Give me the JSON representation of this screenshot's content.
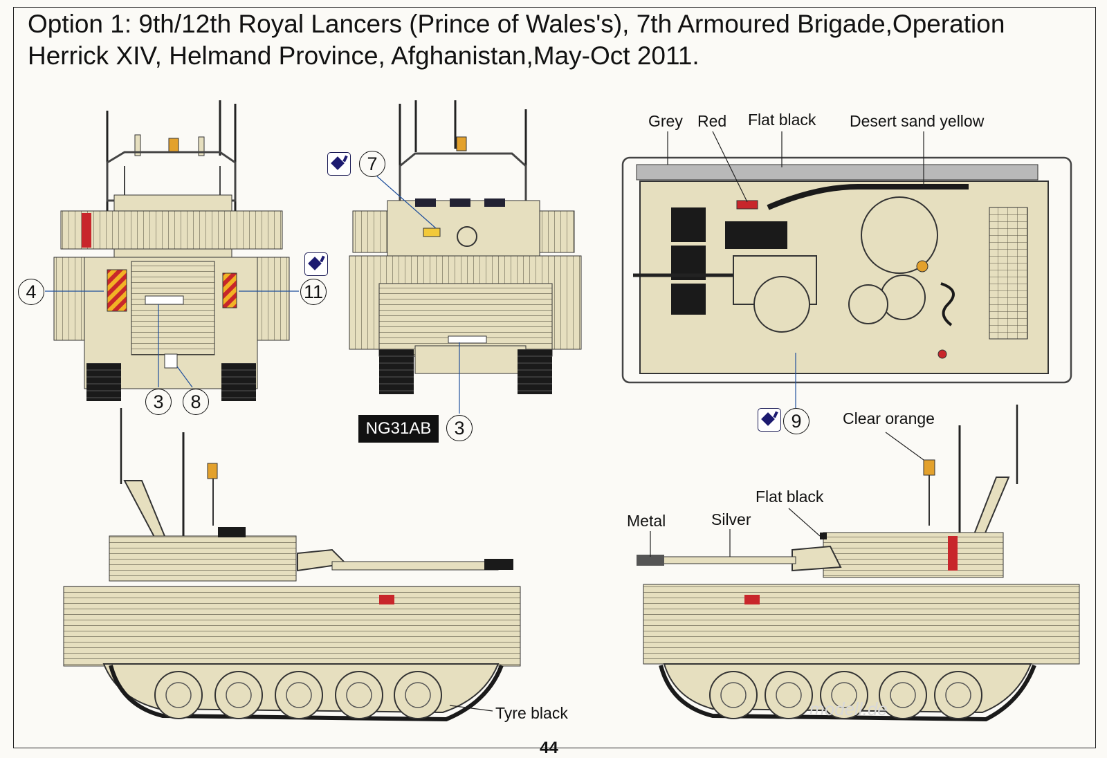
{
  "title": {
    "line1": "Option 1: 9th/12th Royal Lancers (Prince of Wales's), 7th Armoured Brigade,Operation",
    "line2": "Herrick XIV, Helmand Province, Afghanistan,May-Oct 2011."
  },
  "colors": {
    "vehicle": "#e6dfbf",
    "outline": "#3a3a30",
    "dark": "#1a1a1a",
    "red": "#c8262b",
    "orange": "#e3a12c",
    "chevron_yellow": "#f2b325",
    "decal_icon": "#1c1a70"
  },
  "paint_labels": {
    "grey": "Grey",
    "red": "Red",
    "flat_black_top": "Flat black",
    "desert": "Desert sand yellow",
    "clear_orange": "Clear orange",
    "flat_black_side": "Flat black",
    "metal": "Metal",
    "silver": "Silver",
    "tyre_black": "Tyre black"
  },
  "callouts": {
    "rear_left": "4",
    "rear_right": "11",
    "rear_plate": "3",
    "rear_marking": "8",
    "front_top": "7",
    "front_plate": "3",
    "top_view": "9"
  },
  "plate_text": "NG31AB",
  "decal_icon_name": "decal-transfer-icon",
  "page_number": "44",
  "watermark": "modell.de"
}
